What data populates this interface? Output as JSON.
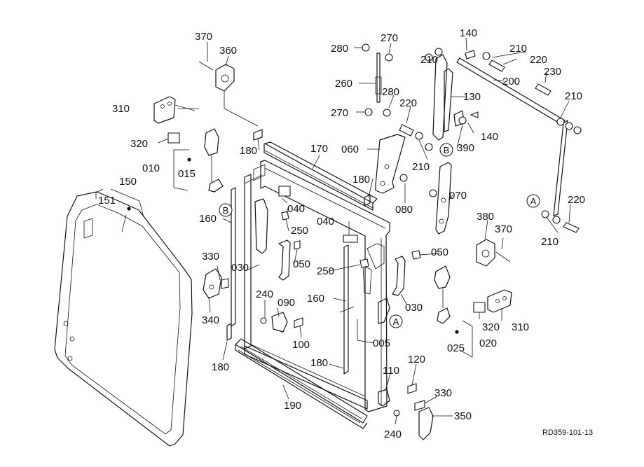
{
  "reference_code": "RD359-101-13",
  "callout_letters": {
    "a": "A",
    "b": "B"
  },
  "labels": {
    "p370_top": "370",
    "p360": "360",
    "p280_top": "280",
    "p270_top": "270",
    "p140_top": "140",
    "p210_a": "210",
    "p220_top": "220",
    "p210_b": "210",
    "p230": "230",
    "p200": "200",
    "p260": "260",
    "p130": "130",
    "p280_mid": "280",
    "p270_mid": "270",
    "p220_mid": "220",
    "p210_right": "210",
    "p310_left": "310",
    "p320_left": "320",
    "p180_top": "180",
    "p170": "170",
    "p060": "060",
    "p390": "390",
    "p140_mid": "140",
    "p210_mid": "210",
    "p010": "010",
    "p015": "015",
    "p180_mid": "180",
    "p070": "070",
    "p150": "150",
    "p151": "151",
    "p040_top": "040",
    "p080": "080",
    "p220_right": "220",
    "p160_left": "160",
    "p250_top": "250",
    "p040_mid": "040",
    "p380": "380",
    "p370_right": "370",
    "p210_bottom_right": "210",
    "p030_left": "030",
    "p050_left": "050",
    "p050_right": "050",
    "p330_left": "330",
    "p250_mid": "250",
    "p240_left": "240",
    "p090": "090",
    "p160_mid": "160",
    "p030_right": "030",
    "p340": "340",
    "p320_right": "320",
    "p310_right": "310",
    "p100": "100",
    "p005": "005",
    "p025": "025",
    "p020": "020",
    "p180_left": "180",
    "p180_bottom": "180",
    "p110": "110",
    "p120": "120",
    "p190": "190",
    "p330_right": "330",
    "p350": "350",
    "p240_bottom": "240"
  }
}
